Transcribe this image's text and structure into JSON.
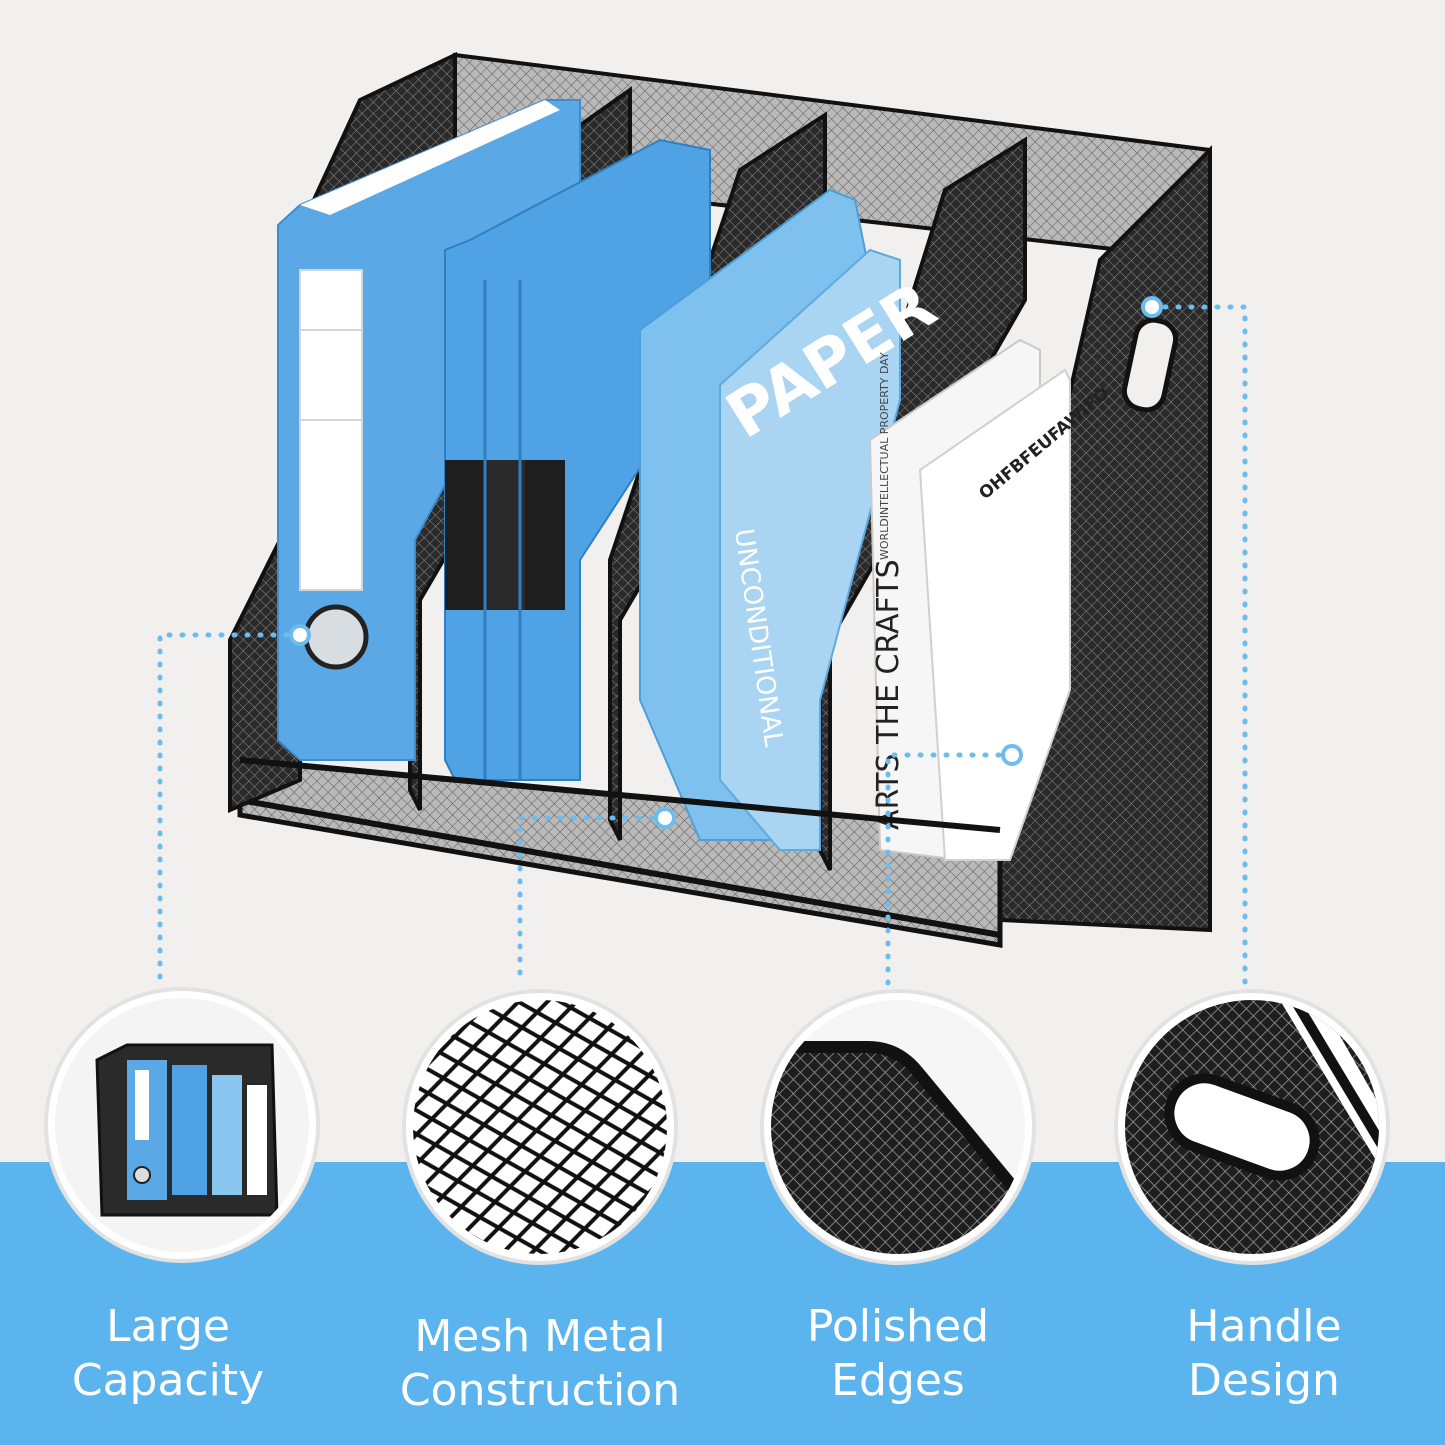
{
  "colors": {
    "background": "#f1f0ef",
    "accent_blue": "#5bb4ee",
    "folder_blue": "#5aa9e6",
    "mesh_black": "#1b1b1b",
    "dotted_line": "#6cbcee"
  },
  "product": {
    "spine_text": "PAPER",
    "book1_text": "UNCONDITIONAL",
    "book2_text": "ARTS THE CRAFTS",
    "book2_sub": "WORLDINTELLECTUAL PROPERTY DAY",
    "book3_text": "OHFBFEUFAWIFO"
  },
  "features": [
    {
      "line1": "Large",
      "line2": "Capacity",
      "icon": "organizer-thumbnail"
    },
    {
      "line1": "Mesh Metal",
      "line2": "Construction",
      "icon": "mesh-closeup"
    },
    {
      "line1": "Polished",
      "line2": "Edges",
      "icon": "edge-closeup"
    },
    {
      "line1": "Handle",
      "line2": "Design",
      "icon": "handle-closeup"
    }
  ]
}
